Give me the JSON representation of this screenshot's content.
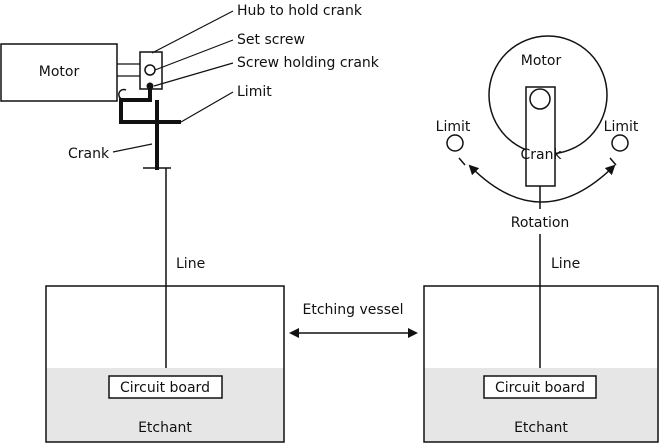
{
  "labels": {
    "hub": "Hub to hold crank",
    "set_screw": "Set screw",
    "screw_holding_crank": "Screw holding crank",
    "limit": "Limit",
    "motor": "Motor",
    "crank": "Crank",
    "line": "Line",
    "etching_vessel": "Etching vessel",
    "circuit_board": "Circuit board",
    "etchant": "Etchant",
    "rotation": "Rotation"
  },
  "colors": {
    "stroke": "#111111",
    "etchant_fill": "#e6e6e6",
    "background": "#ffffff"
  }
}
